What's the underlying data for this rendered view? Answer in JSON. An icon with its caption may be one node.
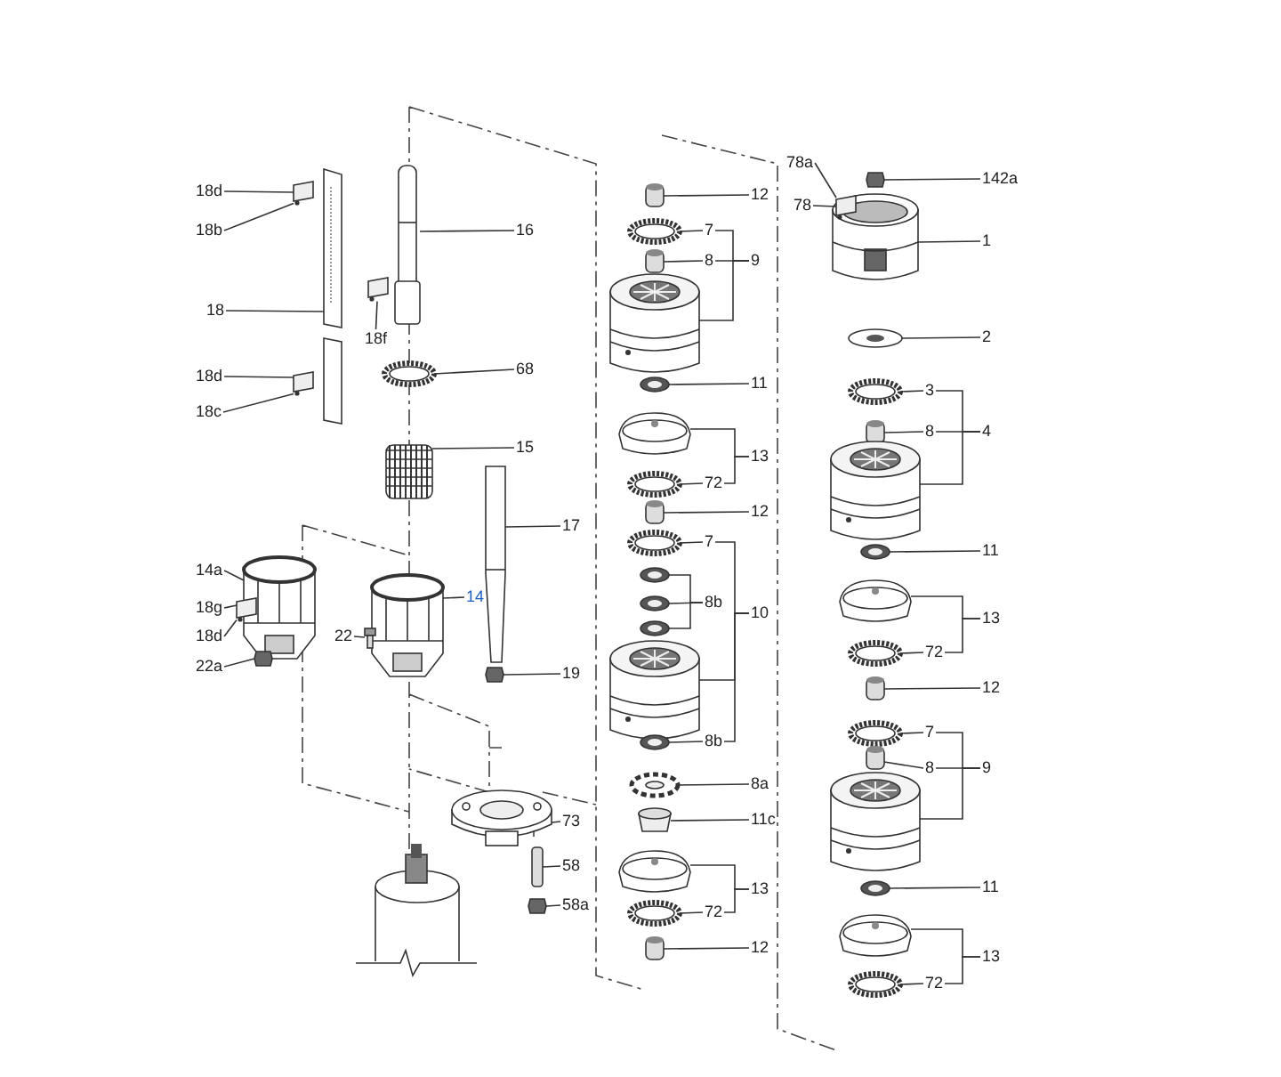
{
  "diagram": {
    "nodes": [
      {
        "text": [
          "18d"
        ]
      },
      {
        "text": [
          "18b"
        ]
      },
      {
        "text": [
          "16"
        ]
      },
      {
        "text": [
          "18"
        ]
      },
      {
        "text": [
          "18f"
        ]
      },
      {
        "text": [
          "68"
        ]
      },
      {
        "text": [
          "18d"
        ]
      },
      {
        "text": [
          "18c"
        ]
      },
      {
        "text": [
          "15"
        ]
      },
      {
        "text": [
          "17"
        ]
      },
      {
        "text": [
          "14a"
        ]
      },
      {
        "text": [
          "14"
        ]
      },
      {
        "text": [
          "18g"
        ]
      },
      {
        "text": [
          "22"
        ]
      },
      {
        "text": [
          "18d"
        ]
      },
      {
        "text": [
          "22a"
        ]
      },
      {
        "text": [
          "19"
        ]
      },
      {
        "text": [
          "73"
        ]
      },
      {
        "text": [
          "58"
        ]
      },
      {
        "text": [
          "58a"
        ]
      },
      {
        "text": [
          "12"
        ]
      },
      {
        "text": [
          "7"
        ]
      },
      {
        "text": [
          "8"
        ]
      },
      {
        "text": [
          "9"
        ]
      },
      {
        "text": [
          "11"
        ]
      },
      {
        "text": [
          "13"
        ]
      },
      {
        "text": [
          "72"
        ]
      },
      {
        "text": [
          "12"
        ]
      },
      {
        "text": [
          "7"
        ]
      },
      {
        "text": [
          "8b"
        ]
      },
      {
        "text": [
          "10"
        ]
      },
      {
        "text": [
          "8b"
        ]
      },
      {
        "text": [
          "8a"
        ]
      },
      {
        "text": [
          "11c"
        ]
      },
      {
        "text": [
          "13"
        ]
      },
      {
        "text": [
          "72"
        ]
      },
      {
        "text": [
          "12"
        ]
      },
      {
        "text": [
          "78a"
        ]
      },
      {
        "text": [
          "142a"
        ]
      },
      {
        "text": [
          "78"
        ]
      },
      {
        "text": [
          "1"
        ]
      },
      {
        "text": [
          "2"
        ]
      },
      {
        "text": [
          "3"
        ]
      },
      {
        "text": [
          "8"
        ]
      },
      {
        "text": [
          "4"
        ]
      },
      {
        "text": [
          "11"
        ]
      },
      {
        "text": [
          "13"
        ]
      },
      {
        "text": [
          "72"
        ]
      },
      {
        "text": [
          "12"
        ]
      },
      {
        "text": [
          "7"
        ]
      },
      {
        "text": [
          "8"
        ]
      },
      {
        "text": [
          "9"
        ]
      },
      {
        "text": [
          "11"
        ]
      },
      {
        "text": [
          "13"
        ]
      },
      {
        "text": [
          "72"
        ]
      },
      {
        "text": [],
        "shape": "picture"
      },
      {
        "text": [],
        "shape": "picture"
      },
      {
        "text": [],
        "shape": "picture"
      },
      {
        "text": [],
        "shape": "picture"
      },
      {
        "text": [],
        "shape": "box"
      },
      {
        "text": [],
        "shape": "box"
      },
      {
        "text": [],
        "shape": "box"
      },
      {
        "text": [],
        "shape": "picture"
      },
      {
        "text": [],
        "shape": "picture"
      },
      {
        "text": [],
        "shape": "picture"
      },
      {
        "text": [],
        "shape": "box"
      },
      {
        "text": [],
        "shape": "picture"
      },
      {
        "text": [],
        "shape": "box"
      },
      {
        "text": [],
        "shape": "box"
      },
      {
        "text": [],
        "shape": "picture"
      },
      {
        "text": [],
        "shape": "bar"
      },
      {
        "text": [],
        "shape": "box"
      },
      {
        "text": [],
        "shape": "picture"
      },
      {
        "text": [],
        "shape": "cylinder"
      },
      {
        "text": [],
        "shape": "picture"
      },
      {
        "text": [],
        "shape": "cylinder"
      },
      {
        "text": [],
        "shape": "picture"
      },
      {
        "text": [],
        "shape": "picture"
      },
      {
        "text": [],
        "shape": "picture"
      },
      {
        "text": [],
        "shape": "picture"
      },
      {
        "text": [],
        "shape": "cylinder"
      },
      {
        "text": [],
        "shape": "picture"
      },
      {
        "text": [],
        "shape": "picture"
      },
      {
        "text": [],
        "shape": "picture"
      },
      {
        "text": [],
        "shape": "picture"
      },
      {
        "text": [],
        "shape": "picture"
      },
      {
        "text": [],
        "shape": "picture"
      },
      {
        "text": [],
        "shape": "picture"
      },
      {
        "text": [],
        "shape": "cylinder"
      },
      {
        "text": [],
        "shape": "picture"
      },
      {
        "text": [],
        "shape": "picture"
      },
      {
        "text": [],
        "shape": "cylinder"
      },
      {
        "text": [],
        "shape": "box"
      },
      {
        "text": [],
        "shape": "picture"
      },
      {
        "text": [],
        "shape": "box"
      },
      {
        "text": [],
        "shape": "picture"
      },
      {
        "text": [],
        "shape": "picture"
      },
      {
        "text": [],
        "shape": "cylinder"
      },
      {
        "text": [],
        "shape": "picture"
      },
      {
        "text": [],
        "shape": "picture"
      },
      {
        "text": [],
        "shape": "picture"
      },
      {
        "text": [],
        "shape": "picture"
      },
      {
        "text": [],
        "shape": "cylinder"
      },
      {
        "text": [],
        "shape": "picture"
      },
      {
        "text": [],
        "shape": "cylinder"
      },
      {
        "text": [],
        "shape": "picture"
      },
      {
        "text": [],
        "shape": "picture"
      },
      {
        "text": [],
        "shape": "picture"
      },
      {
        "text": [],
        "shape": "picture"
      }
    ],
    "edges": [
      {
        "from": 0,
        "to": 59,
        "arrow": "none"
      },
      {
        "from": 1,
        "to": 59,
        "arrow": "none"
      },
      {
        "from": 2,
        "to": 55,
        "arrow": "none"
      },
      {
        "from": 3,
        "to": 58,
        "arrow": "none"
      },
      {
        "from": 4,
        "to": 61,
        "arrow": "none"
      },
      {
        "from": 5,
        "to": 56,
        "arrow": "none"
      },
      {
        "from": 6,
        "to": 60,
        "arrow": "none"
      },
      {
        "from": 7,
        "to": 60,
        "arrow": "none"
      },
      {
        "from": 8,
        "to": 57,
        "arrow": "none"
      },
      {
        "from": 9,
        "to": 62,
        "arrow": "none"
      },
      {
        "from": 10,
        "to": 63,
        "arrow": "none"
      },
      {
        "from": 11,
        "to": 64,
        "arrow": "none"
      },
      {
        "from": 12,
        "to": 65,
        "arrow": "none"
      },
      {
        "from": 13,
        "to": 66,
        "arrow": "none"
      },
      {
        "from": 14,
        "to": 65,
        "arrow": "none"
      },
      {
        "from": 15,
        "to": 67,
        "arrow": "none"
      },
      {
        "from": 16,
        "to": 68,
        "arrow": "none"
      },
      {
        "from": 17,
        "to": 69,
        "arrow": "none"
      },
      {
        "from": 18,
        "to": 70,
        "arrow": "none"
      },
      {
        "from": 19,
        "to": 71,
        "arrow": "none"
      },
      {
        "from": 20,
        "to": 73,
        "arrow": "none"
      },
      {
        "from": 21,
        "to": 74,
        "arrow": "none"
      },
      {
        "from": 22,
        "to": 75,
        "arrow": "none"
      },
      {
        "from": 23,
        "to": 21,
        "arrow": "none"
      },
      {
        "from": 23,
        "to": 22,
        "arrow": "none"
      },
      {
        "from": 23,
        "to": 76,
        "arrow": "none"
      },
      {
        "from": 24,
        "to": 77,
        "arrow": "none"
      },
      {
        "from": 25,
        "to": 78,
        "arrow": "none"
      },
      {
        "from": 25,
        "to": 26,
        "arrow": "none"
      },
      {
        "from": 26,
        "to": 79,
        "arrow": "none"
      },
      {
        "from": 27,
        "to": 80,
        "arrow": "none"
      },
      {
        "from": 28,
        "to": 81,
        "arrow": "none"
      },
      {
        "from": 29,
        "to": 82,
        "arrow": "none"
      },
      {
        "from": 29,
        "to": 83,
        "arrow": "none"
      },
      {
        "from": 29,
        "to": 84,
        "arrow": "none"
      },
      {
        "from": 30,
        "to": 28,
        "arrow": "none"
      },
      {
        "from": 30,
        "to": 85,
        "arrow": "none"
      },
      {
        "from": 30,
        "to": 31,
        "arrow": "none"
      },
      {
        "from": 31,
        "to": 86,
        "arrow": "none"
      },
      {
        "from": 32,
        "to": 87,
        "arrow": "none"
      },
      {
        "from": 33,
        "to": 88,
        "arrow": "none"
      },
      {
        "from": 34,
        "to": 89,
        "arrow": "none"
      },
      {
        "from": 34,
        "to": 35,
        "arrow": "none"
      },
      {
        "from": 35,
        "to": 90,
        "arrow": "none"
      },
      {
        "from": 36,
        "to": 91,
        "arrow": "none"
      },
      {
        "from": 37,
        "to": 94,
        "arrow": "none"
      },
      {
        "from": 38,
        "to": 92,
        "arrow": "none"
      },
      {
        "from": 39,
        "to": 94,
        "arrow": "none"
      },
      {
        "from": 40,
        "to": 93,
        "arrow": "none"
      },
      {
        "from": 41,
        "to": 95,
        "arrow": "none"
      },
      {
        "from": 42,
        "to": 96,
        "arrow": "none"
      },
      {
        "from": 43,
        "to": 97,
        "arrow": "none"
      },
      {
        "from": 44,
        "to": 42,
        "arrow": "none"
      },
      {
        "from": 44,
        "to": 43,
        "arrow": "none"
      },
      {
        "from": 44,
        "to": 98,
        "arrow": "none"
      },
      {
        "from": 45,
        "to": 99,
        "arrow": "none"
      },
      {
        "from": 46,
        "to": 100,
        "arrow": "none"
      },
      {
        "from": 46,
        "to": 47,
        "arrow": "none"
      },
      {
        "from": 47,
        "to": 101,
        "arrow": "none"
      },
      {
        "from": 48,
        "to": 102,
        "arrow": "none"
      },
      {
        "from": 49,
        "to": 103,
        "arrow": "none"
      },
      {
        "from": 50,
        "to": 104,
        "arrow": "none"
      },
      {
        "from": 51,
        "to": 49,
        "arrow": "none"
      },
      {
        "from": 51,
        "to": 50,
        "arrow": "none"
      },
      {
        "from": 51,
        "to": 105,
        "arrow": "none"
      },
      {
        "from": 52,
        "to": 106,
        "arrow": "none"
      },
      {
        "from": 53,
        "to": 107,
        "arrow": "none"
      },
      {
        "from": 53,
        "to": 54,
        "arrow": "none"
      },
      {
        "from": 54,
        "to": 108,
        "arrow": "none"
      }
    ]
  }
}
